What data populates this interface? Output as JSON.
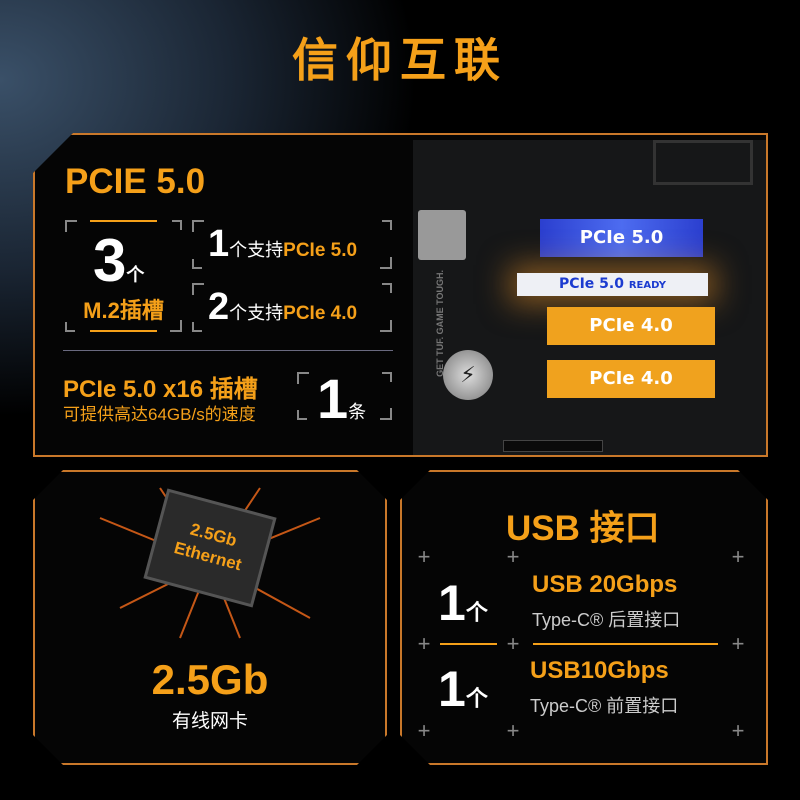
{
  "title": "信仰互联",
  "pcie": {
    "heading": "PCIE 5.0",
    "m2_count": "3",
    "m2_unit": "个",
    "m2_label": "M.2插槽",
    "row1_num": "1",
    "row1_text": "个支持",
    "row1_spec": "PCIe 5.0",
    "row2_num": "2",
    "row2_text": "个支持",
    "row2_spec": "PCIe 4.0",
    "x16_title": "PCIe 5.0 x16 插槽",
    "x16_desc": "可提供高达64GB/s的速度",
    "x16_count": "1",
    "x16_unit": "条"
  },
  "board": {
    "slot1": "PCIe 5.0",
    "slot_ready": "PCIe 5.0",
    "slot_ready_tag": "READY",
    "slot2": "PCIe 4.0",
    "slot3": "PCIe 4.0",
    "silk": "GET TUF. GAME TOUGH."
  },
  "ethernet": {
    "chip_line1": "2.5Gb",
    "chip_line2": "Ethernet",
    "speed": "2.5Gb",
    "label": "有线网卡"
  },
  "usb": {
    "heading": "USB 接口",
    "ports": [
      {
        "count": "1",
        "unit": "个",
        "speed": "USB 20Gbps",
        "type": "Type-C® 后置接口"
      },
      {
        "count": "1",
        "unit": "个",
        "speed": "USB10Gbps",
        "type": "Type-C® 前置接口"
      }
    ]
  },
  "colors": {
    "accent": "#f5a019",
    "blue_ssd": "#3b55d9",
    "orange_ssd": "#f0a21e"
  }
}
